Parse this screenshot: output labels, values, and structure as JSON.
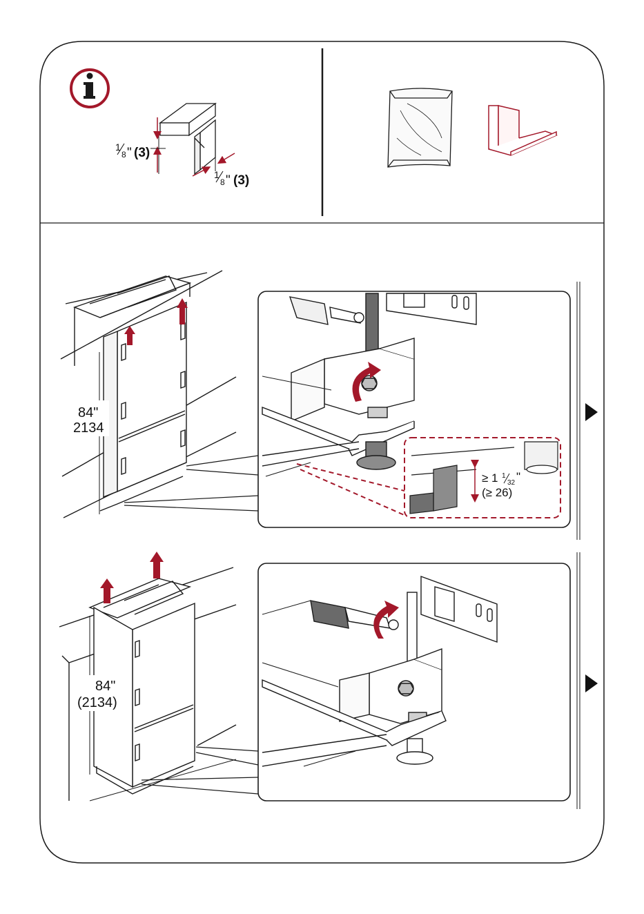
{
  "colors": {
    "accent": "#a3182a",
    "line": "#1a1a1a",
    "panel_fill": "#ffffff",
    "bracket_fill": "#8c8c8c"
  },
  "icons": {
    "info": "info-icon",
    "next": "next-step-arrow-icon",
    "lift": "lift-arrow-icon",
    "rotate": "rotate-arrow-icon"
  },
  "info_section": {
    "gap_vertical": {
      "num": "1",
      "den": "8",
      "inch": "\"",
      "mm": "(3)"
    },
    "gap_horizontal": {
      "num": "1",
      "den": "8",
      "inch": "\"",
      "mm": "(3)"
    }
  },
  "step_one": {
    "height_inch": "84\"",
    "height_mm": "2134",
    "clearance_prefix": "≥ 1",
    "clearance_num": "1",
    "clearance_den": "32",
    "clearance_inch": "\"",
    "clearance_mm": "(≥ 26)"
  },
  "step_two": {
    "height_inch": "84\"",
    "height_mm": "(2134)"
  }
}
